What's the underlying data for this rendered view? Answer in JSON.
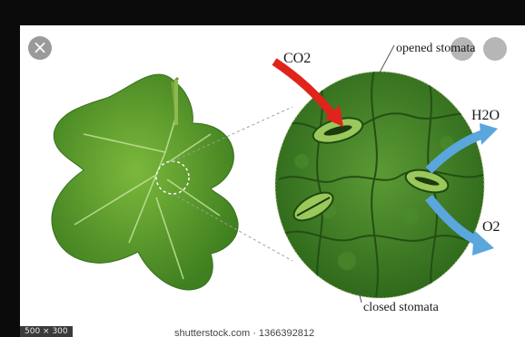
{
  "viewer": {
    "close_icon_glyph": "×",
    "dimensions_badge": "500 × 300",
    "watermark": "shutterstock.com · 1366392812"
  },
  "diagram": {
    "co2": "CO2",
    "opened_stomata": "opened stomata",
    "h2o": "H2O",
    "o2": "O2",
    "closed_stomata": "closed stomata"
  },
  "colors": {
    "leaf_green": "#5a9e2c",
    "cell_green": "#3f7a25",
    "co2_arrow": "#e0241b",
    "out_arrow": "#5aa6dd"
  }
}
